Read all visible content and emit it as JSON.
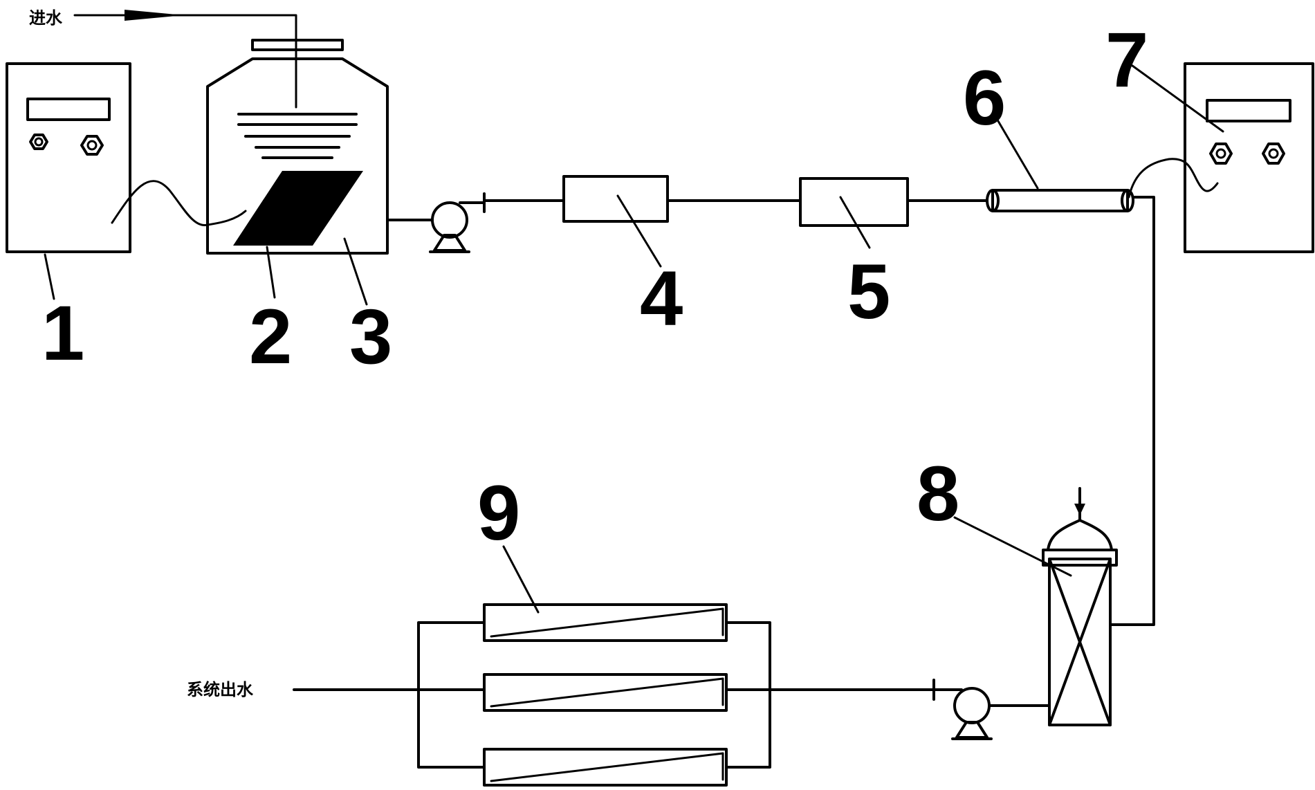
{
  "labels": {
    "inlet": "进水",
    "outlet": "系统出水"
  },
  "components": [
    {
      "id": "1",
      "number": "1"
    },
    {
      "id": "2",
      "number": "2"
    },
    {
      "id": "3",
      "number": "3"
    },
    {
      "id": "4",
      "number": "4"
    },
    {
      "id": "5",
      "number": "5"
    },
    {
      "id": "6",
      "number": "6"
    },
    {
      "id": "7",
      "number": "7"
    },
    {
      "id": "8",
      "number": "8"
    },
    {
      "id": "9",
      "number": "9"
    }
  ]
}
